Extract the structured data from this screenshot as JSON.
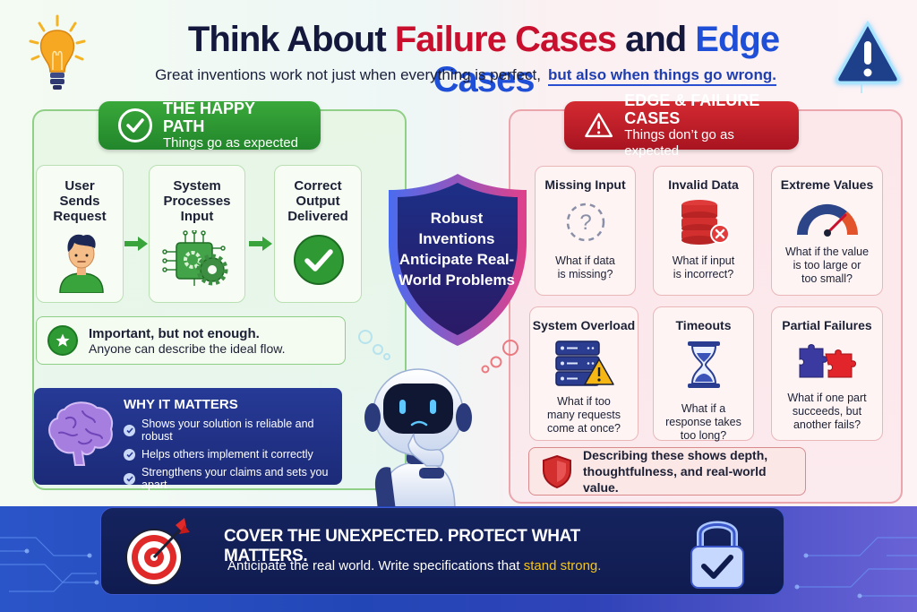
{
  "header": {
    "title_part1": "Think About ",
    "title_part2": "Failure Cases",
    "title_part3": " and ",
    "title_part4": "Edge Cases",
    "subtitle_part1": "Great inventions work not just when everything is perfect,",
    "subtitle_part2": "but also when things go wrong.",
    "left_icon": "lightbulb-icon",
    "right_icon": "warning-triangle-icon"
  },
  "happy_path": {
    "banner_title": "THE HAPPY PATH",
    "banner_subtitle": "Things go as expected",
    "steps": [
      {
        "label": "User Sends Request",
        "icon": "user-icon"
      },
      {
        "label": "System Processes Input",
        "icon": "chip-gear-icon"
      },
      {
        "label": "Correct Output Delivered",
        "icon": "check-circle-icon"
      }
    ],
    "note_title": "Important, but not enough.",
    "note_text": "Anyone can describe the ideal flow.",
    "why": {
      "title": "WHY IT MATTERS",
      "items": [
        "Shows your solution is reliable and robust",
        "Helps others implement it correctly",
        "Strengthens your claims and sets you apart"
      ]
    }
  },
  "center": {
    "shield_text": "Robust Inventions Anticipate Real-World Problems",
    "mascot": "thinking-robot"
  },
  "edge_cases": {
    "banner_title": "EDGE & FAILURE CASES",
    "banner_subtitle": "Things don’t go as expected",
    "cards": [
      {
        "title": "Missing Input",
        "desc": "What if data is missing?",
        "icon": "question-mark-icon"
      },
      {
        "title": "Invalid Data",
        "desc": "What if input is incorrect?",
        "icon": "database-error-icon"
      },
      {
        "title": "Extreme Values",
        "desc": "What if the value is too large or too small?",
        "icon": "gauge-icon"
      },
      {
        "title": "System Overload",
        "desc": "What if too many requests come at once?",
        "icon": "server-warning-icon"
      },
      {
        "title": "Timeouts",
        "desc": "What if a response takes too long?",
        "icon": "hourglass-icon"
      },
      {
        "title": "Partial Failures",
        "desc": "What if one part succeeds, but another fails?",
        "icon": "puzzle-icon"
      }
    ],
    "summary": "Describing these shows depth, thoughtfulness, and real-world value."
  },
  "footer": {
    "title": "COVER THE UNEXPECTED. PROTECT WHAT MATTERS.",
    "subtitle_part1": "Anticipate the real world. Write specifications that ",
    "subtitle_part2": "stand strong.",
    "left_icon": "target-icon",
    "right_icon": "padlock-icon"
  },
  "colors": {
    "green": "#2e9a33",
    "red": "#c8102e",
    "blue": "#1f4fd6",
    "navy": "#14183d",
    "highlight_yellow": "#f5c518"
  }
}
